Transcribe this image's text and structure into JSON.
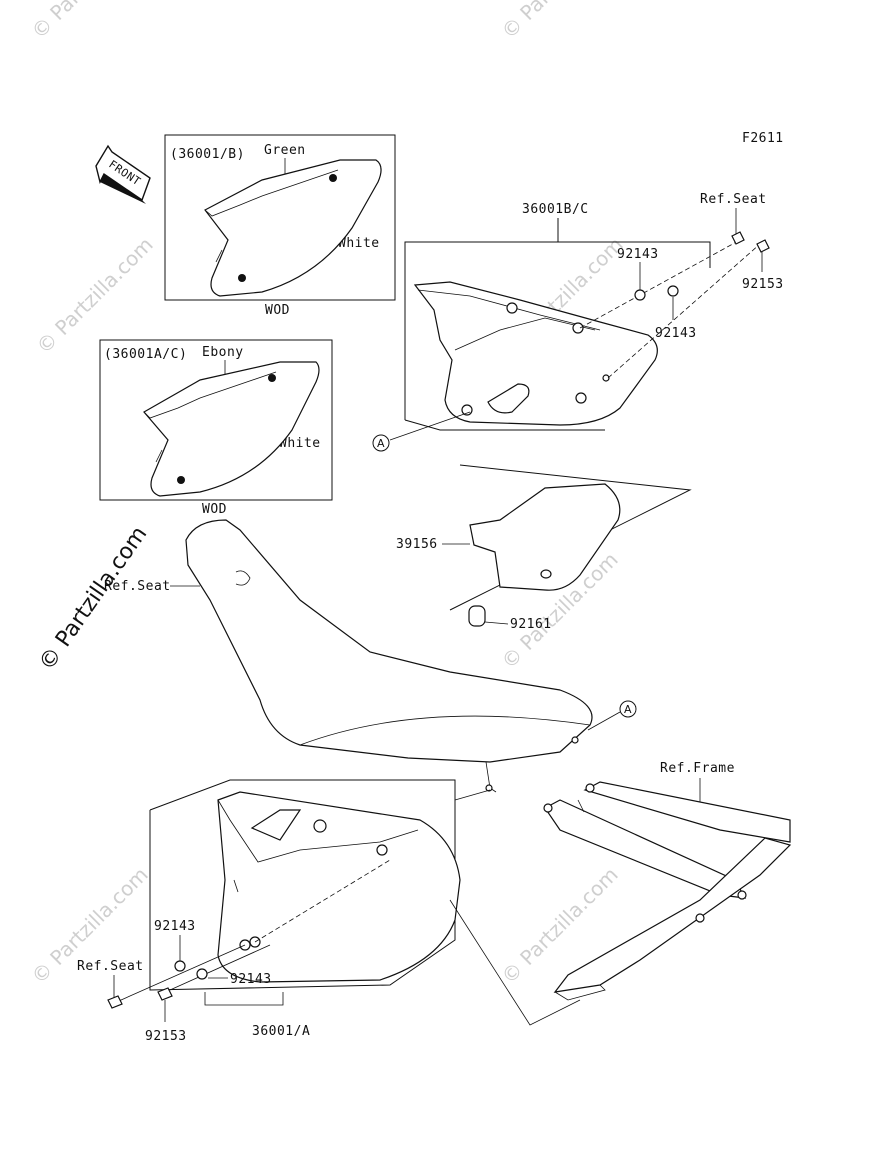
{
  "figure_code": "F2611",
  "direction_arrow": "FRONT",
  "watermark": "© Partzilla.com",
  "callout_letter": "A",
  "variants": {
    "b": {
      "code": "(36001/B)",
      "color_top": "Green",
      "color_body": "White",
      "decal": "WOD"
    },
    "ac": {
      "code": "(36001A/C)",
      "color_top": "Ebony",
      "color_body": "White",
      "decal": "WOD"
    }
  },
  "labels": {
    "cover_bc": "36001B/C",
    "ref_seat_top": "Ref.Seat",
    "collar_1": "92143",
    "collar_2": "92143",
    "bolt_top": "92153",
    "pad": "39156",
    "damper": "92161",
    "ref_seat_mid": "Ref.Seat",
    "ref_frame": "Ref.Frame",
    "collar_3": "92143",
    "collar_4": "92143",
    "ref_seat_bottom": "Ref.Seat",
    "bolt_bottom": "92153",
    "cover_a": "36001/A"
  }
}
